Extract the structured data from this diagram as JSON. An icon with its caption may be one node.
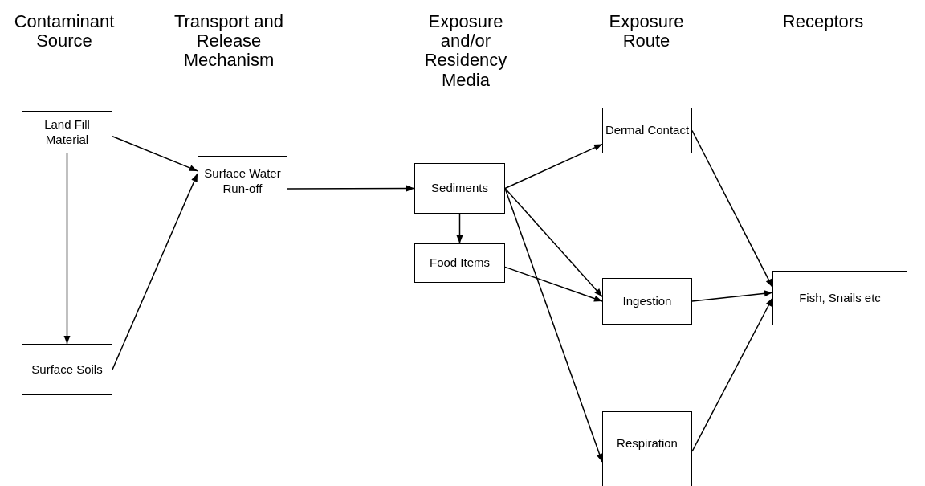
{
  "diagram": {
    "nodes": [
      {
        "text": [
          "Land Fill Material"
        ]
      },
      {
        "text": [
          "Surface Soils"
        ]
      },
      {
        "text": [
          "Surface Water Run-off"
        ]
      },
      {
        "text": [
          "Sediments"
        ]
      },
      {
        "text": [
          "Food Items"
        ]
      },
      {
        "text": [
          "Dermal Contact"
        ]
      },
      {
        "text": [
          "Ingestion"
        ]
      },
      {
        "text": [
          "Respiration"
        ]
      },
      {
        "text": [
          "Fish, Snails etc"
        ]
      }
    ],
    "edges": [
      {
        "from": 0,
        "to": 2,
        "arrow": "to"
      },
      {
        "from": 0,
        "to": 1,
        "arrow": "to"
      },
      {
        "from": 1,
        "to": 2,
        "arrow": "to"
      },
      {
        "from": 2,
        "to": 3,
        "arrow": "to"
      },
      {
        "from": 3,
        "to": 4,
        "arrow": "to"
      },
      {
        "from": 3,
        "to": 5,
        "arrow": "to"
      },
      {
        "from": 3,
        "to": 6,
        "arrow": "to"
      },
      {
        "from": 3,
        "to": 7,
        "arrow": "to"
      },
      {
        "from": 4,
        "to": 6,
        "arrow": "to"
      },
      {
        "from": 5,
        "to": 8,
        "arrow": "to"
      },
      {
        "from": 6,
        "to": 8,
        "arrow": "to"
      },
      {
        "from": 7,
        "to": 8,
        "arrow": "to"
      }
    ],
    "labels": [
      "Contaminant Source",
      "Transport and Release Mechanism",
      "Exposure and/or Residency Media",
      "Exposure Route",
      "Receptors"
    ]
  }
}
